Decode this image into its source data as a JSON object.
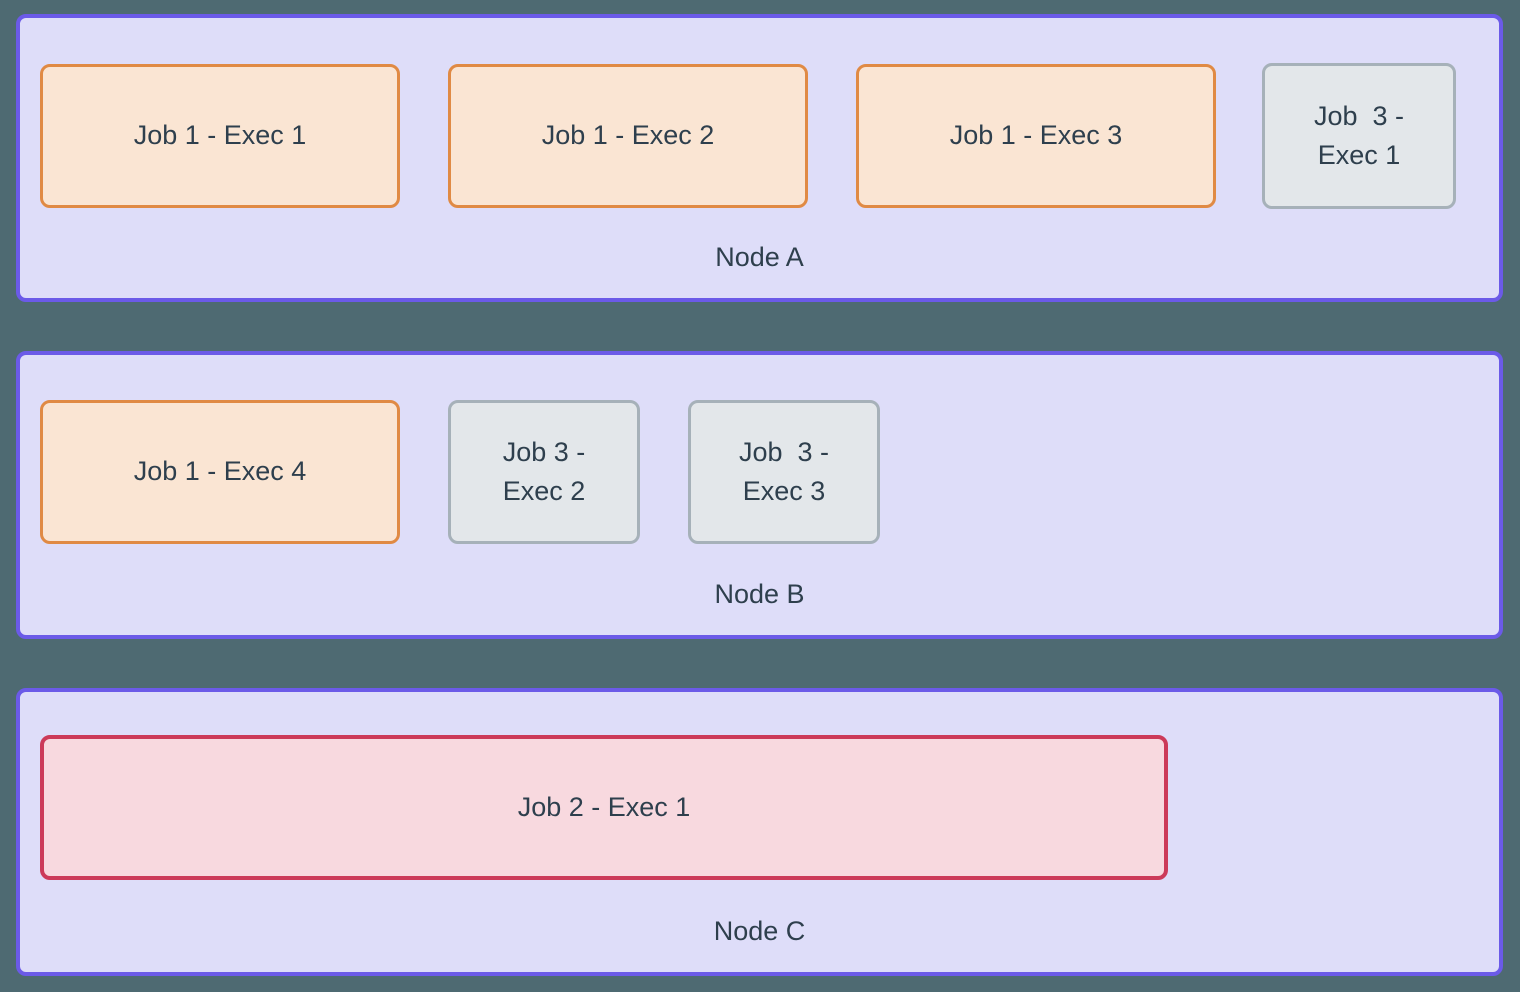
{
  "diagram_title": "job-executors-per-node",
  "colors": {
    "background": "#4E6A72",
    "node_fill": "#DEDDF9",
    "node_border": "#6B5AE8",
    "job1_fill": "#FAE5D3",
    "job1_border": "#E08A44",
    "job2_fill": "#F8D9DF",
    "job2_border": "#CC3A59",
    "job3_fill": "#E3E7EA",
    "job3_border": "#A6B1B9",
    "text": "#2E3F4D"
  },
  "nodes": [
    {
      "label": "Node A",
      "execs": [
        {
          "job": "Job 1",
          "label": "Job 1 - Exec 1"
        },
        {
          "job": "Job 1",
          "label": "Job 1 - Exec 2"
        },
        {
          "job": "Job 1",
          "label": "Job 1 - Exec 3"
        },
        {
          "job": "Job 3",
          "label": "Job  3 -\nExec 1"
        }
      ]
    },
    {
      "label": "Node B",
      "execs": [
        {
          "job": "Job 1",
          "label": "Job 1 - Exec 4"
        },
        {
          "job": "Job 3",
          "label": "Job 3 -\nExec 2"
        },
        {
          "job": "Job 3",
          "label": "Job  3 -\nExec 3"
        }
      ]
    },
    {
      "label": "Node C",
      "execs": [
        {
          "job": "Job 2",
          "label": "Job 2 - Exec 1"
        }
      ]
    }
  ]
}
